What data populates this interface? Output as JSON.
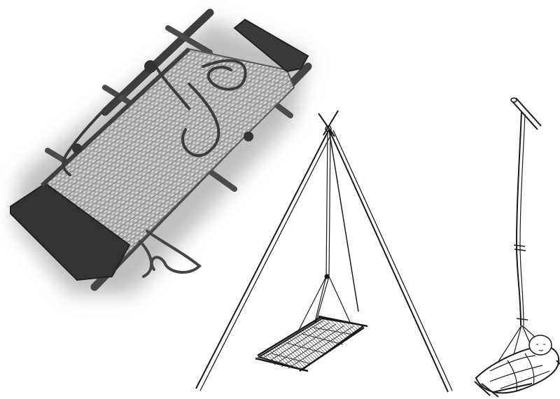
{
  "scene": {
    "background": "#ffffff",
    "palette": {
      "frame_dark": "#4a4a4a",
      "weave": "#9a9a9a",
      "weave_light": "#cfcfcf",
      "panel_dark": "#3a3a3a",
      "shadow": "#9a9a9a",
      "ink": "#1a1a1a"
    },
    "items": [
      {
        "name": "photographed-woven-cradle",
        "kind": "photograph"
      },
      {
        "name": "cradle-on-tripod",
        "kind": "line-drawing"
      },
      {
        "name": "cradle-on-pole-with-infant",
        "kind": "line-drawing"
      }
    ]
  }
}
